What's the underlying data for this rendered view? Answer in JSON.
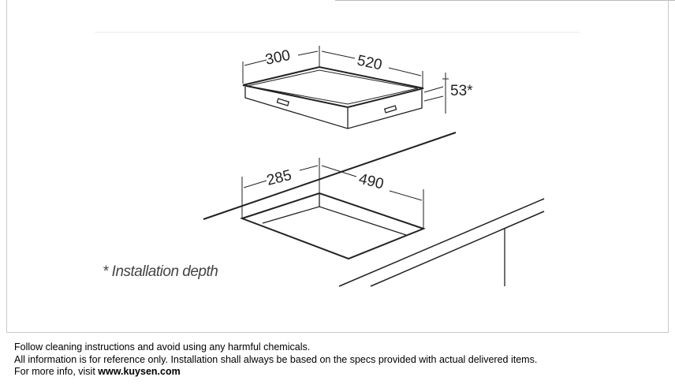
{
  "diagram": {
    "hob_width": "300",
    "hob_depth": "520",
    "hob_height": "53*",
    "cutout_width": "285",
    "cutout_depth": "490",
    "note": "* Installation depth"
  },
  "footer": {
    "line1": "Follow cleaning instructions and avoid using any harmful chemicals.",
    "line2": "All information is for reference only. Installation shall always be based on the specs provided with actual delivered items.",
    "line3_prefix": "For more info, visit ",
    "link": "www.kuysen.com"
  }
}
